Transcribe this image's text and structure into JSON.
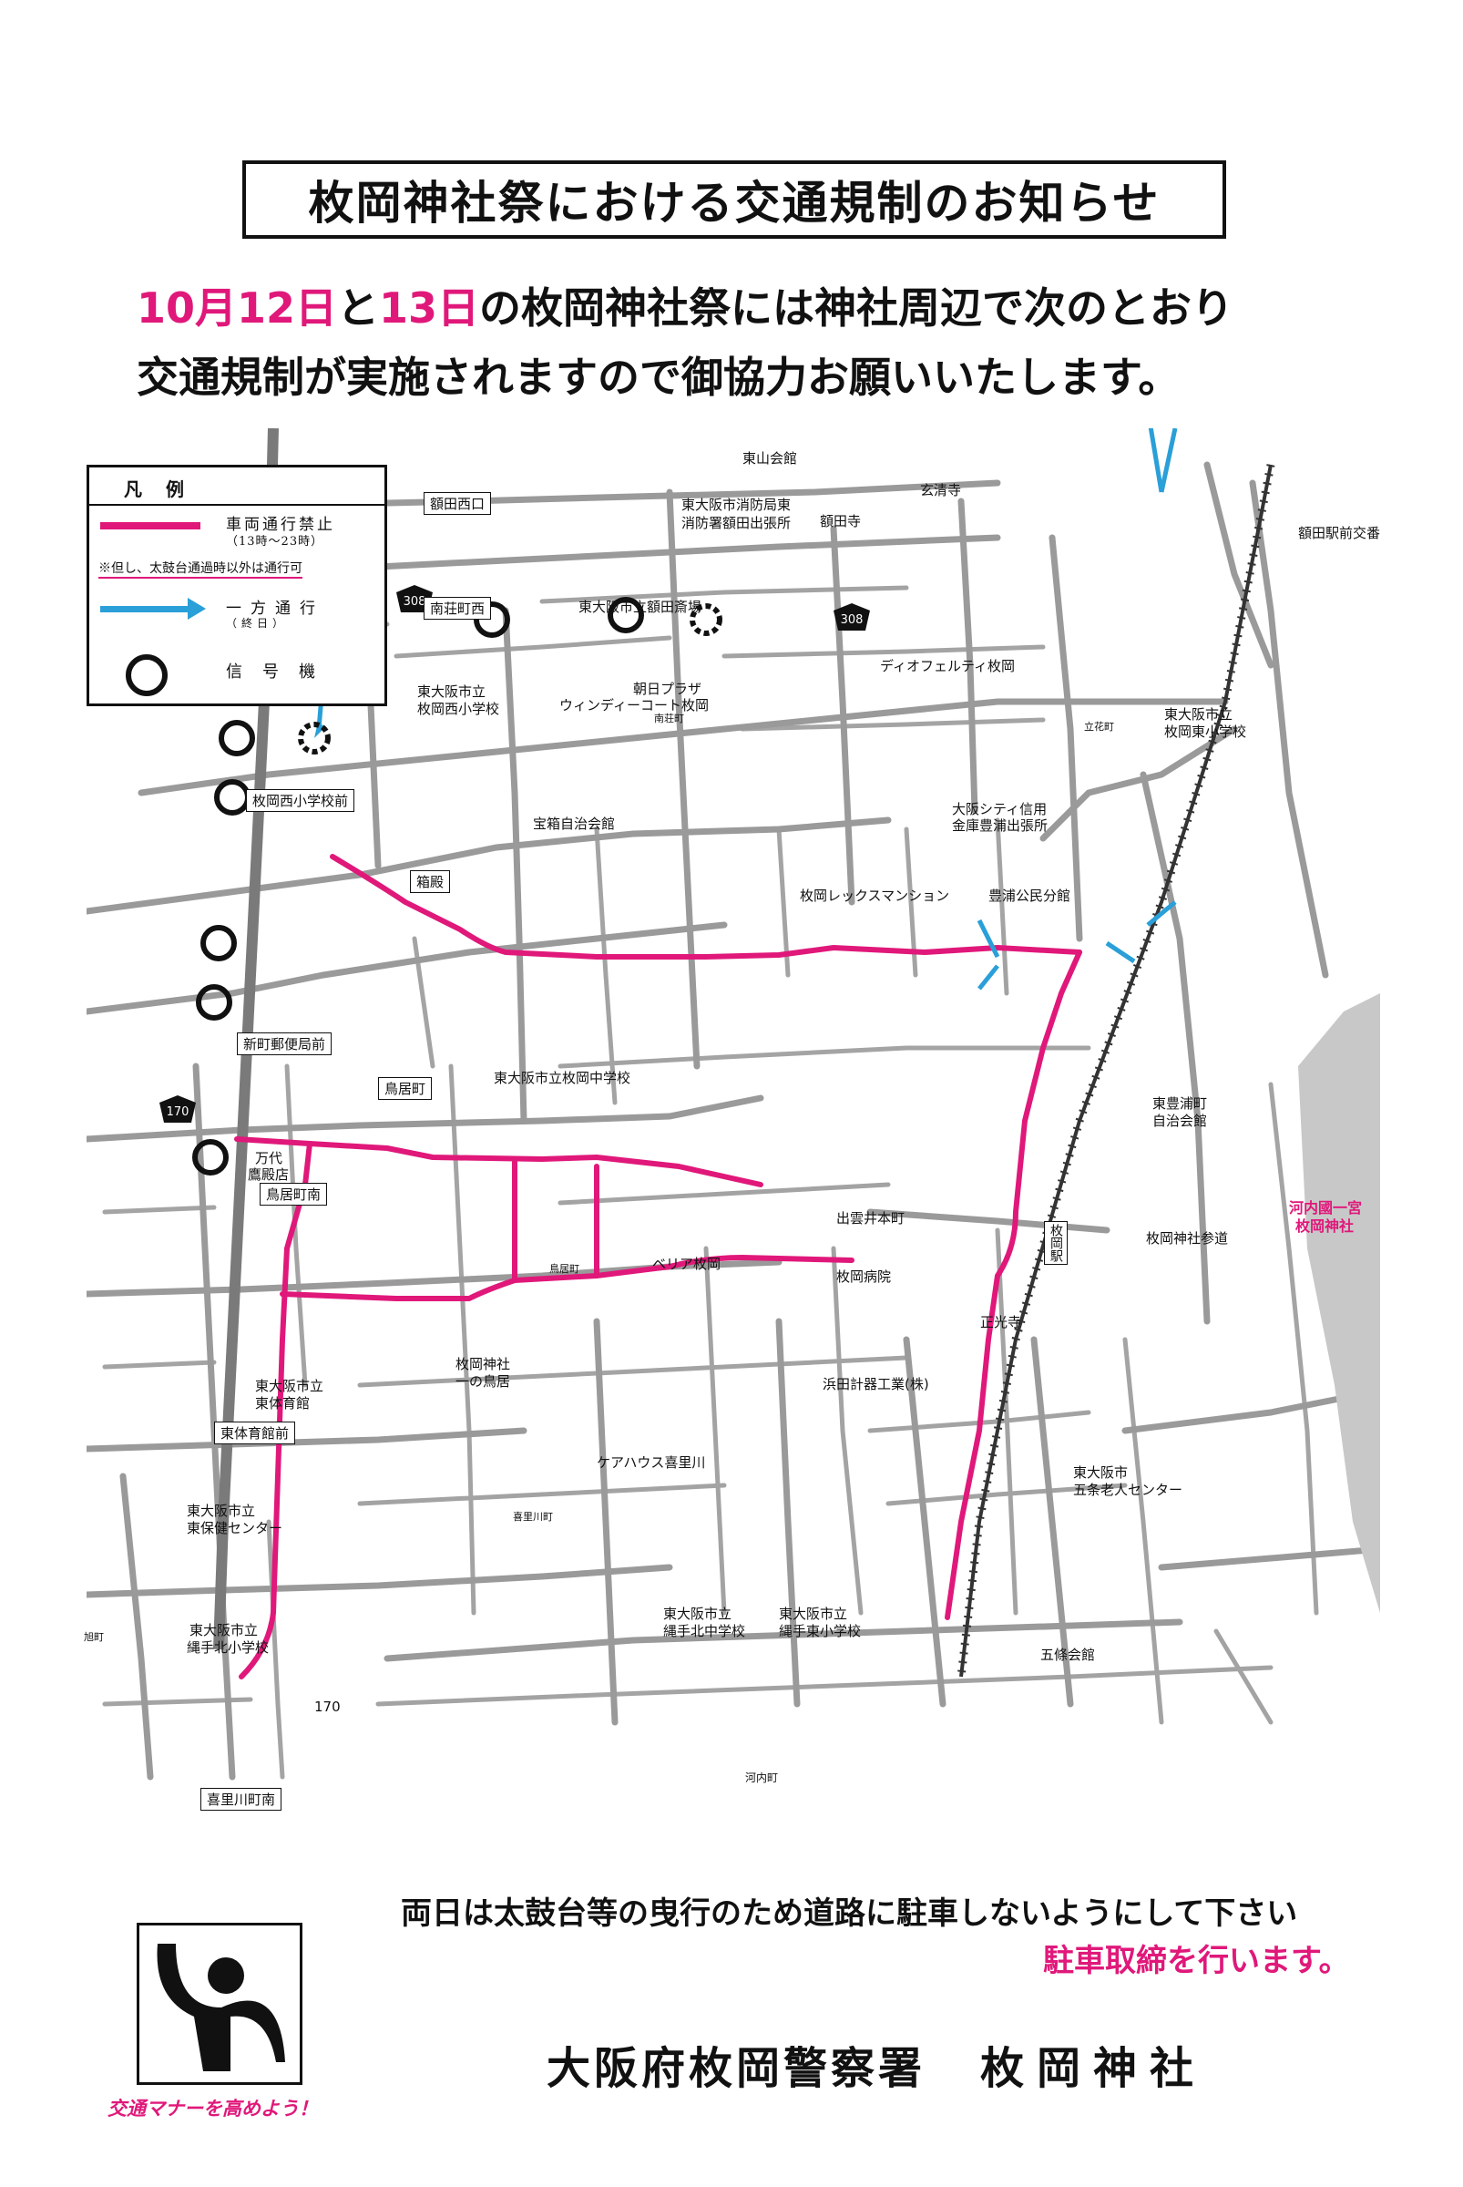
{
  "title": "枚岡神社祭における交通規制のお知らせ",
  "intro": {
    "date1": "10月12日",
    "conj": "と",
    "date2": "13日",
    "line1_rest": "の枚岡神社祭には神社周辺で次のとおり",
    "line2": "交通規制が実施されますので御協力お願いいたします。"
  },
  "legend": {
    "header": "凡例",
    "closure_label": "車両通行禁止",
    "closure_time": "（13時～23時）",
    "note": "※但し、太鼓台通過時以外は通行可",
    "oneway_label": "一方通行",
    "oneway_time": "（終日）",
    "signal_label": "信号機"
  },
  "colors": {
    "closure": "#e0187a",
    "oneway": "#2a9fd8",
    "road": "#9a9a9a",
    "signal": "#111111"
  },
  "map": {
    "boxed_labels": [
      "額田西口",
      "南荘町西",
      "枚岡西小学校前",
      "箱殿",
      "新町郵便局前",
      "鳥居町",
      "鳥居町南",
      "東体育館前",
      "喜里川町南"
    ],
    "route_numbers": [
      "170",
      "170",
      "308",
      "308"
    ],
    "places": [
      "東山会館",
      "東大阪市消防局東",
      "消防署額田出張所",
      "額田寺",
      "玄清寺",
      "額田駅前交番",
      "東大阪市立額田斎場",
      "朝日プラザ",
      "ウィンディーコート枚岡",
      "南荘町",
      "東大阪市立",
      "枚岡西小学校",
      "ディオフェルティ枚岡",
      "東大阪市立",
      "枚岡東小学校",
      "立花町",
      "宝箱自治会館",
      "大阪シティ信用",
      "金庫豊浦出張所",
      "枚岡レックスマンション",
      "豊浦公民分館",
      "東大阪市立枚岡中学校",
      "東豊浦町",
      "自治会館",
      "万代",
      "鷹殿店",
      "河内國一宮",
      "枚岡神社",
      "出雲井本町",
      "枚岡神社参道",
      "ベリア枚岡",
      "枚岡病院",
      "正光寺",
      "枚岡神社",
      "一の鳥居",
      "浜田計器工業(株)",
      "東大阪市立",
      "東体育館",
      "ケアハウス喜里川",
      "東大阪市",
      "五条老人センター",
      "東大阪市立",
      "東保健センター",
      "喜里川町",
      "東大阪市立",
      "縄手北中学校",
      "東大阪市立",
      "縄手東小学校",
      "五條会館",
      "東大阪市立",
      "縄手北小学校",
      "河内町",
      "鳥居町",
      "旭町",
      "枚岡駅"
    ]
  },
  "bottom_notice": "両日は太鼓台等の曳行のため道路に駐車しないようにして下さい",
  "bottom_notice2": "駐車取締を行います。",
  "footer": {
    "police": "大阪府枚岡警察署",
    "shrine": "枚岡神社"
  },
  "slogan": "交通マナーを高めよう！"
}
